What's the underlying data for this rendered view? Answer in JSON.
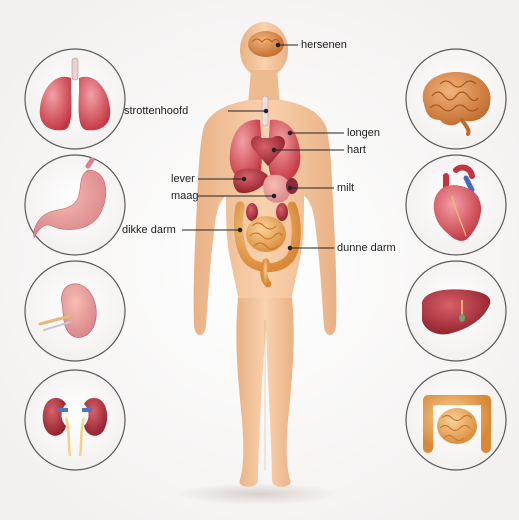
{
  "labels": {
    "hersenen": "hersenen",
    "strottenhoofd": "strottenhoofd",
    "longen": "longen",
    "hart": "hart",
    "lever": "lever",
    "maag": "maag",
    "milt": "milt",
    "dikke_darm": "dikke darm",
    "dunne_darm": "dunne darm"
  },
  "icons": {
    "left": [
      "lungs-icon",
      "stomach-icon",
      "spleen-icon",
      "kidneys-icon"
    ],
    "right": [
      "brain-icon",
      "heart-icon",
      "liver-icon",
      "intestines-icon"
    ]
  },
  "colors": {
    "skin": "#f6c9a0",
    "skin_shade": "#eab489",
    "organ_red": "#c9434a",
    "organ_pink": "#e67d86",
    "intestine": "#e9a65a",
    "brain": "#d98a4e",
    "circle_border": "#5a5a5a",
    "leader": "#222222"
  }
}
